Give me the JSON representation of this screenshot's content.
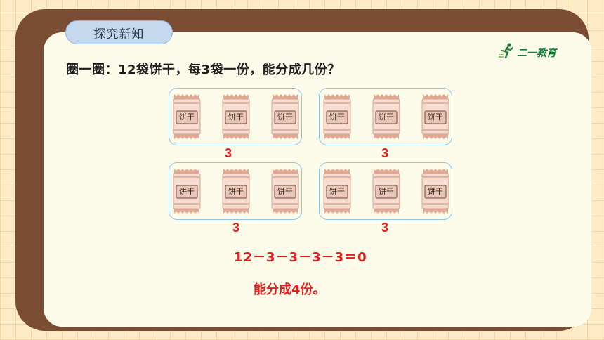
{
  "section_tag": "探究新知",
  "logo": {
    "text": "二一教育",
    "icon": "runner-icon"
  },
  "question": "圈一圈：12袋饼干，每3袋一份，能分成几份？",
  "cookie_label": "饼干",
  "groups": [
    {
      "count_label": "3",
      "items": 3
    },
    {
      "count_label": "3",
      "items": 3
    },
    {
      "count_label": "3",
      "items": 3
    },
    {
      "count_label": "3",
      "items": 3
    }
  ],
  "equation": "12－3－3－3－3＝0",
  "answer": "能分成4份。",
  "colors": {
    "frame": "#7a4c34",
    "panel": "#fcfbe9",
    "background": "#fdebc7",
    "group_border": "#8fc7ea",
    "answer_red": "#e01e1e",
    "tag_fill": "#c5d9ee"
  }
}
